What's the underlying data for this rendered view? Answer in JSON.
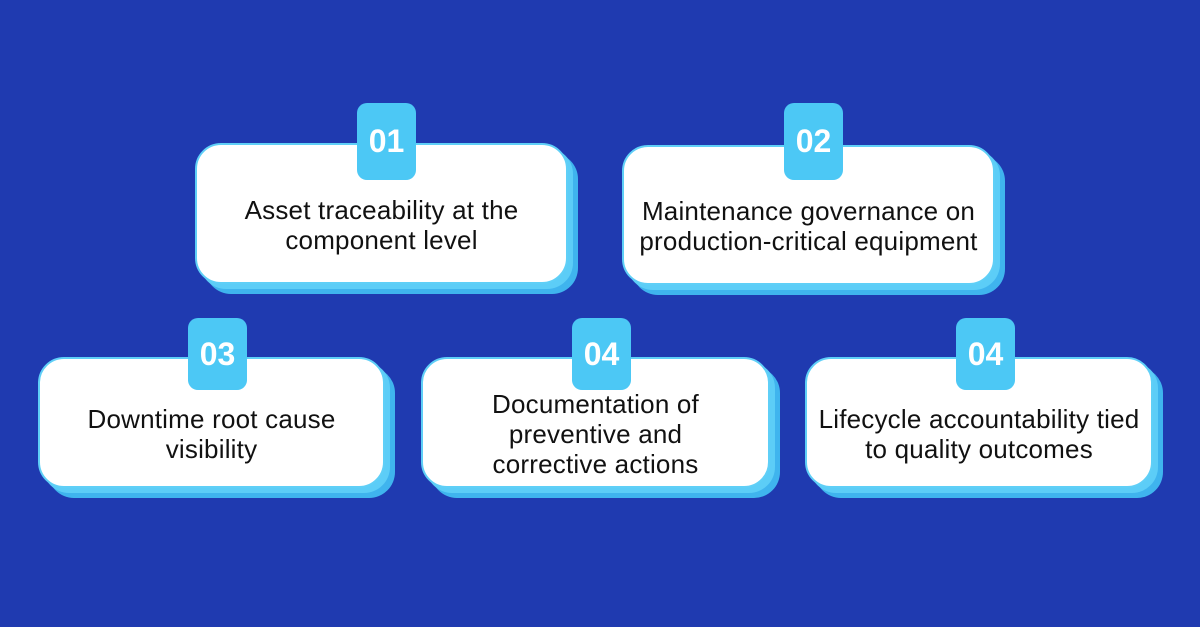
{
  "colors": {
    "background": "#1f3ab0",
    "accent": "#4cc8f5",
    "card": "#ffffff"
  },
  "items": [
    {
      "number": "01",
      "text": "Asset traceability at the component level"
    },
    {
      "number": "02",
      "text": "Maintenance governance on production-critical equipment"
    },
    {
      "number": "03",
      "text": "Downtime root cause visibility"
    },
    {
      "number": "04",
      "text": "Documentation of preventive and corrective actions"
    },
    {
      "number": "04",
      "text": "Lifecycle accountability tied to quality outcomes"
    }
  ]
}
